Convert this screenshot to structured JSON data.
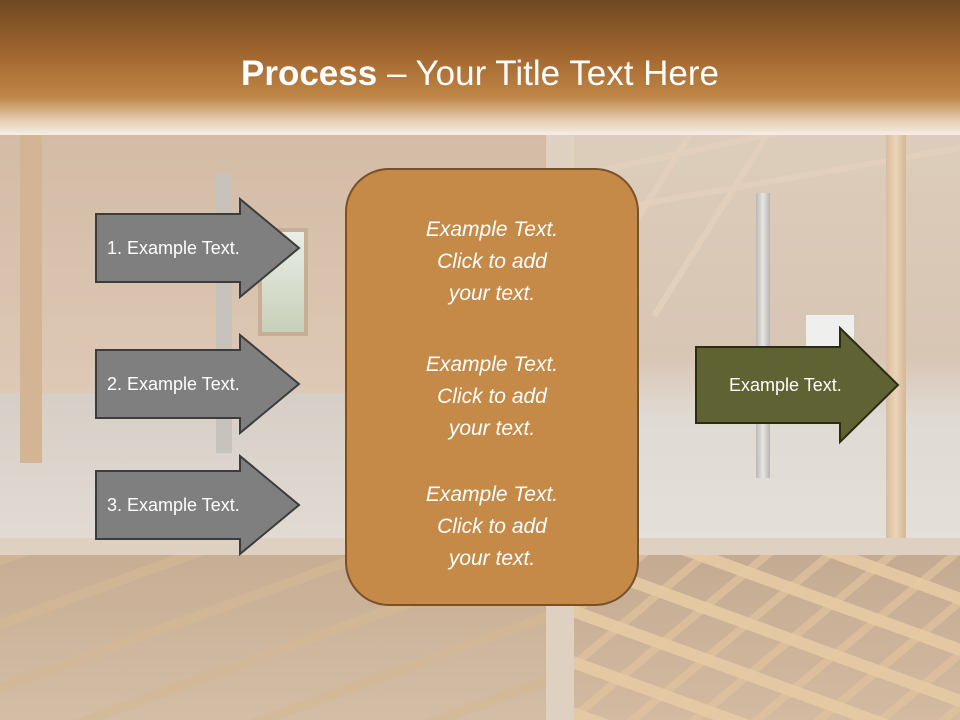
{
  "title": {
    "bold": "Process",
    "rest": " – Your Title Text Here"
  },
  "left_steps": [
    {
      "label": "1. Example Text."
    },
    {
      "label": "2. Example Text."
    },
    {
      "label": "3. Example Text."
    }
  ],
  "center_blocks": [
    {
      "lines": [
        "Example Text.",
        "Click  to add",
        "your text."
      ]
    },
    {
      "lines": [
        "Example Text.",
        "Click  to add",
        "your text."
      ]
    },
    {
      "lines": [
        "Example Text.",
        "Click  to add",
        "your text."
      ]
    }
  ],
  "result": {
    "label": "Example Text."
  },
  "colors": {
    "header_brown": "#a1662f",
    "left_arrow_fill": "#7f7f7f",
    "card_fill": "#c68a48",
    "result_arrow_fill": "#5f6232"
  }
}
